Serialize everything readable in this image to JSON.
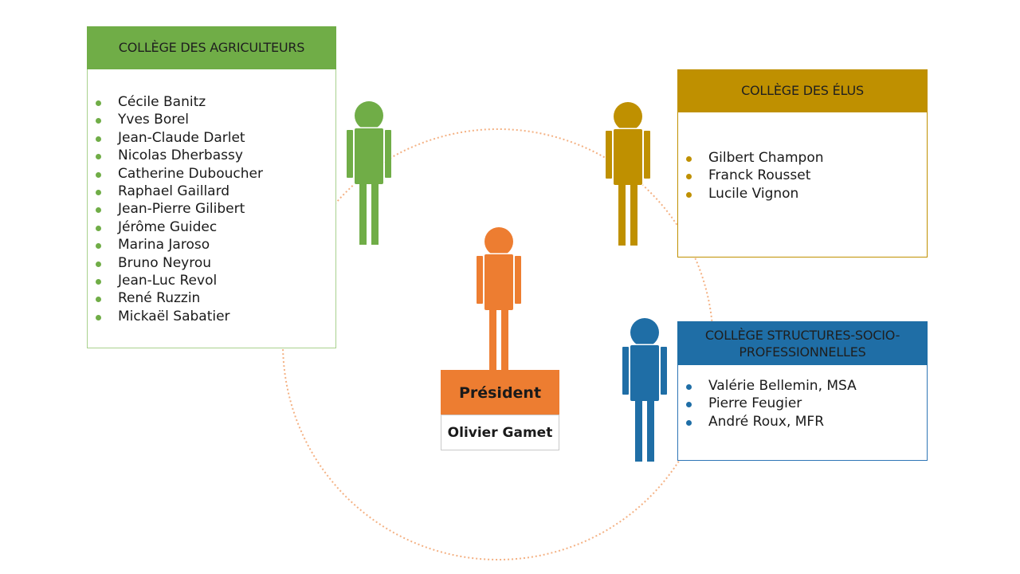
{
  "colors": {
    "agriculteurs": "#70ad47",
    "elus": "#bf9000",
    "socio": "#1f6ea6",
    "president": "#ed7d31",
    "circle": "#f4b183"
  },
  "agriculteurs": {
    "title": "COLLÈGE DES AGRICULTEURS",
    "members": [
      "Cécile Banitz",
      "Yves Borel",
      "Jean-Claude Darlet",
      "Nicolas Dherbassy",
      "Catherine Duboucher",
      "Raphael Gaillard",
      "Jean-Pierre Gilibert",
      "Jérôme Guidec",
      "Marina Jaroso",
      "Bruno Neyrou",
      "Jean-Luc Revol",
      "René Ruzzin",
      "Mickaël Sabatier"
    ]
  },
  "elus": {
    "title": "COLLÈGE DES ÉLUS",
    "members": [
      "Gilbert Champon",
      "Franck Rousset",
      "Lucile Vignon"
    ]
  },
  "socio": {
    "title_line1": "COLLÈGE STRUCTURES-SOCIO-",
    "title_line2": "PROFESSIONNELLES",
    "members": [
      "Valérie Bellemin, MSA",
      "Pierre Feugier",
      "André Roux, MFR"
    ]
  },
  "president": {
    "title": "Président",
    "name": "Olivier Gamet"
  }
}
